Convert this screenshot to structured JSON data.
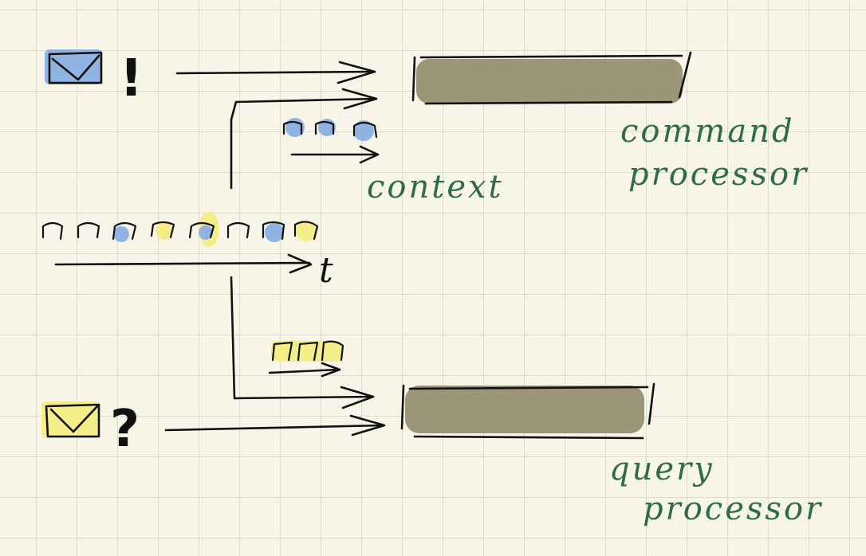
{
  "diagram": {
    "labels": {
      "context": "context",
      "time_axis": "t",
      "command_processor_line1": "command",
      "command_processor_line2": "processor",
      "query_processor_line1": "query",
      "query_processor_line2": "processor"
    },
    "symbols": {
      "command_mark": "!",
      "query_mark": "?"
    },
    "event_stream": {
      "highlights": [
        "none",
        "none",
        "blue",
        "yellow",
        "yellow",
        "none",
        "blue",
        "yellow"
      ]
    },
    "context_events": {
      "highlights": [
        "blue",
        "blue",
        "blue"
      ]
    },
    "query_events": {
      "highlights": [
        "yellow",
        "yellow",
        "yellow"
      ]
    },
    "colors": {
      "ink": "#111111",
      "label_green": "#2f6b45",
      "command_blue": "#8fb4e3",
      "query_yellow": "#f3ee87",
      "processor_fill": "#9d957a",
      "paper": "#f7f5e8",
      "grid": "#dcdccc"
    }
  }
}
